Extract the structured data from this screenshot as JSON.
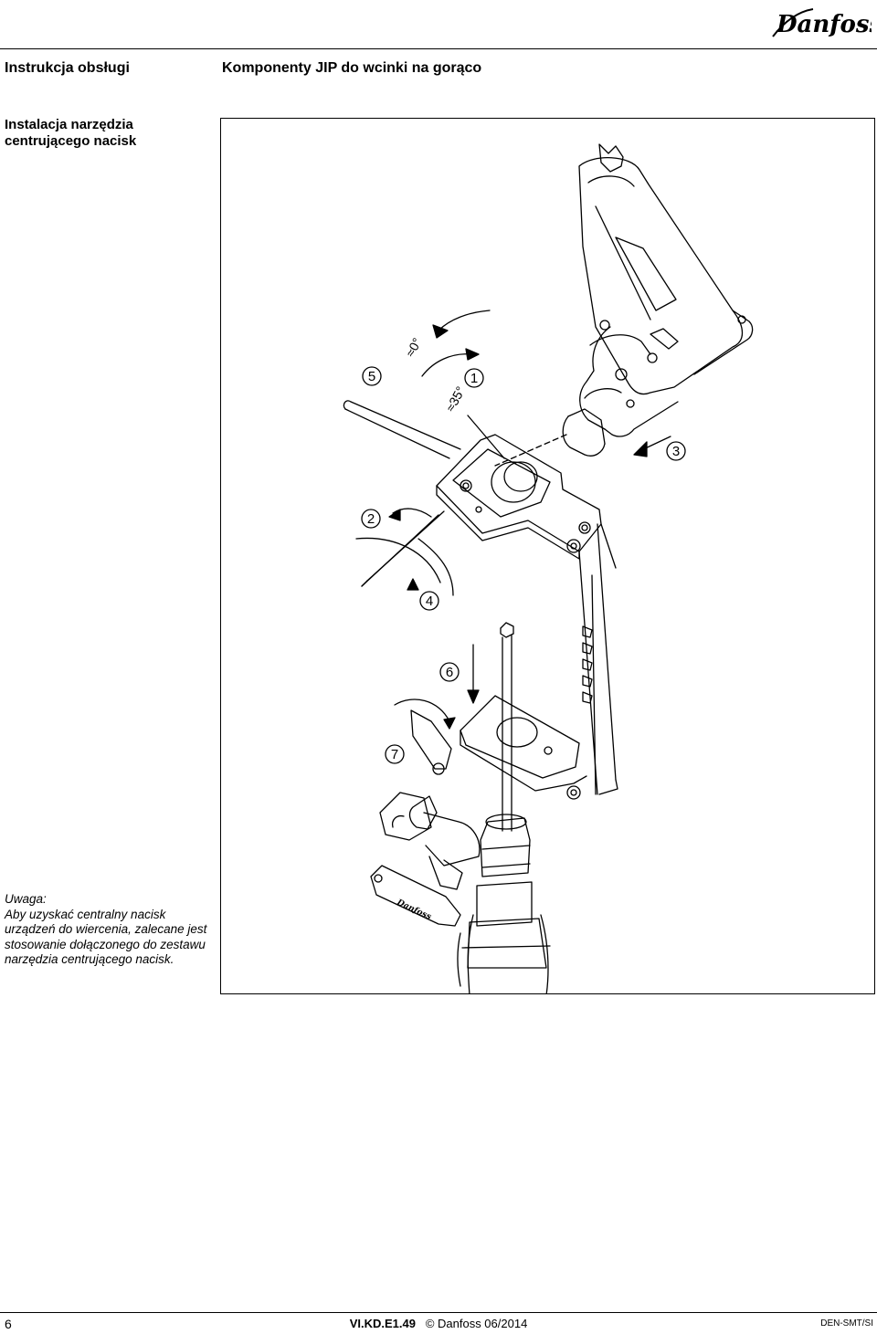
{
  "brand": {
    "logo_text": "Danfoss"
  },
  "header": {
    "left_title": "Instrukcja obsługi",
    "right_title": "Komponenty JIP do wcinki na gorąco"
  },
  "section": {
    "title_line1": "Instalacja narzędzia",
    "title_line2": "centrującego nacisk"
  },
  "note": {
    "label": "Uwaga:",
    "lines": [
      "Aby uzyskać centralny nacisk",
      "urządzeń do wiercenia, zalecane jest",
      "stosowanie dołączonego do zestawu",
      "narzędzia centrującego nacisk."
    ]
  },
  "figure": {
    "callouts": [
      "1",
      "2",
      "3",
      "4",
      "5",
      "6",
      "7"
    ],
    "angle_labels": [
      "≈0°",
      "≈35°"
    ],
    "valve_brand": "Danfoss"
  },
  "footer": {
    "page_number": "6",
    "doc_code": "VI.KD.E1.49",
    "copyright": "© Danfoss 06/2014",
    "dept_code": "DEN-SMT/SI"
  }
}
